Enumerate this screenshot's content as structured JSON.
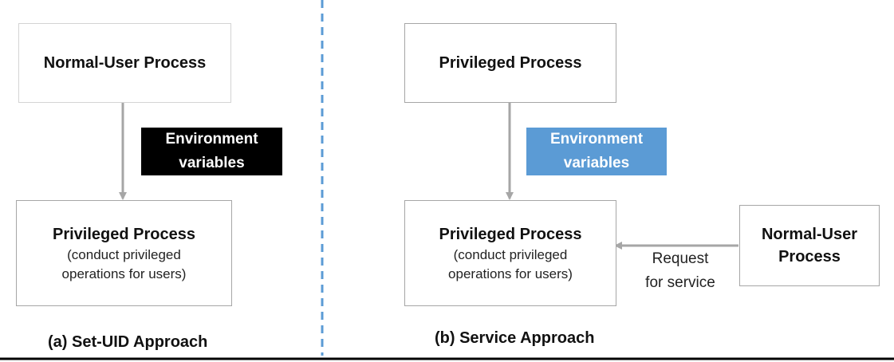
{
  "left": {
    "top_box": "Normal-User Process",
    "env_lines": [
      "Environment",
      "variables"
    ],
    "bottom_box_title": "Privileged Process",
    "bottom_box_sub": [
      "(conduct privileged",
      "operations for users)"
    ],
    "caption": "(a) Set-UID Approach"
  },
  "right": {
    "top_box": "Privileged Process",
    "env_lines": [
      "Environment",
      "variables"
    ],
    "center_box_title": "Privileged Process",
    "center_box_sub": [
      "(conduct privileged",
      "operations for users)"
    ],
    "user_box_lines": [
      "Normal-User",
      "Process"
    ],
    "request_lines": [
      "Request",
      "for service"
    ],
    "caption": "(b) Service Approach"
  },
  "colors": {
    "env_left": "#000000",
    "env_right": "#5b9bd5",
    "arrow": "#a6a6a6",
    "divider": "#5b9bd5"
  }
}
